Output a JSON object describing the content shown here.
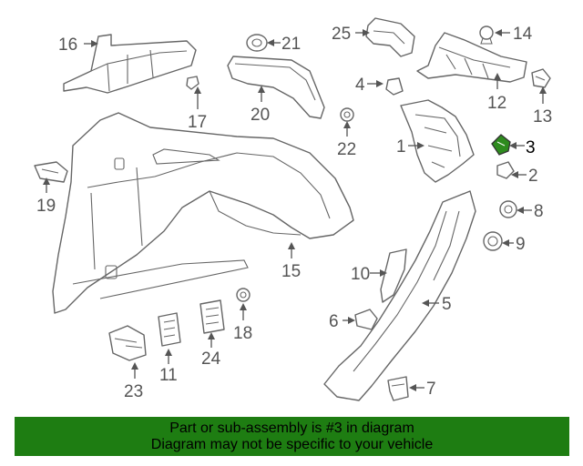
{
  "labels": {
    "p1": "1",
    "p2": "2",
    "p3": "3",
    "p4": "4",
    "p5": "5",
    "p6": "6",
    "p7": "7",
    "p8": "8",
    "p9": "9",
    "p10": "10",
    "p11": "11",
    "p12": "12",
    "p13": "13",
    "p14": "14",
    "p15": "15",
    "p16": "16",
    "p17": "17",
    "p18": "18",
    "p19": "19",
    "p20": "20",
    "p21": "21",
    "p22": "22",
    "p23": "23",
    "p24": "24",
    "p25": "25"
  },
  "banner": {
    "line1": "Part or sub-assembly is #3 in diagram",
    "line2": "Diagram may not be specific to your vehicle"
  },
  "colors": {
    "banner_bg": "#1e7d12",
    "highlight_part": "#2e8b1e"
  }
}
